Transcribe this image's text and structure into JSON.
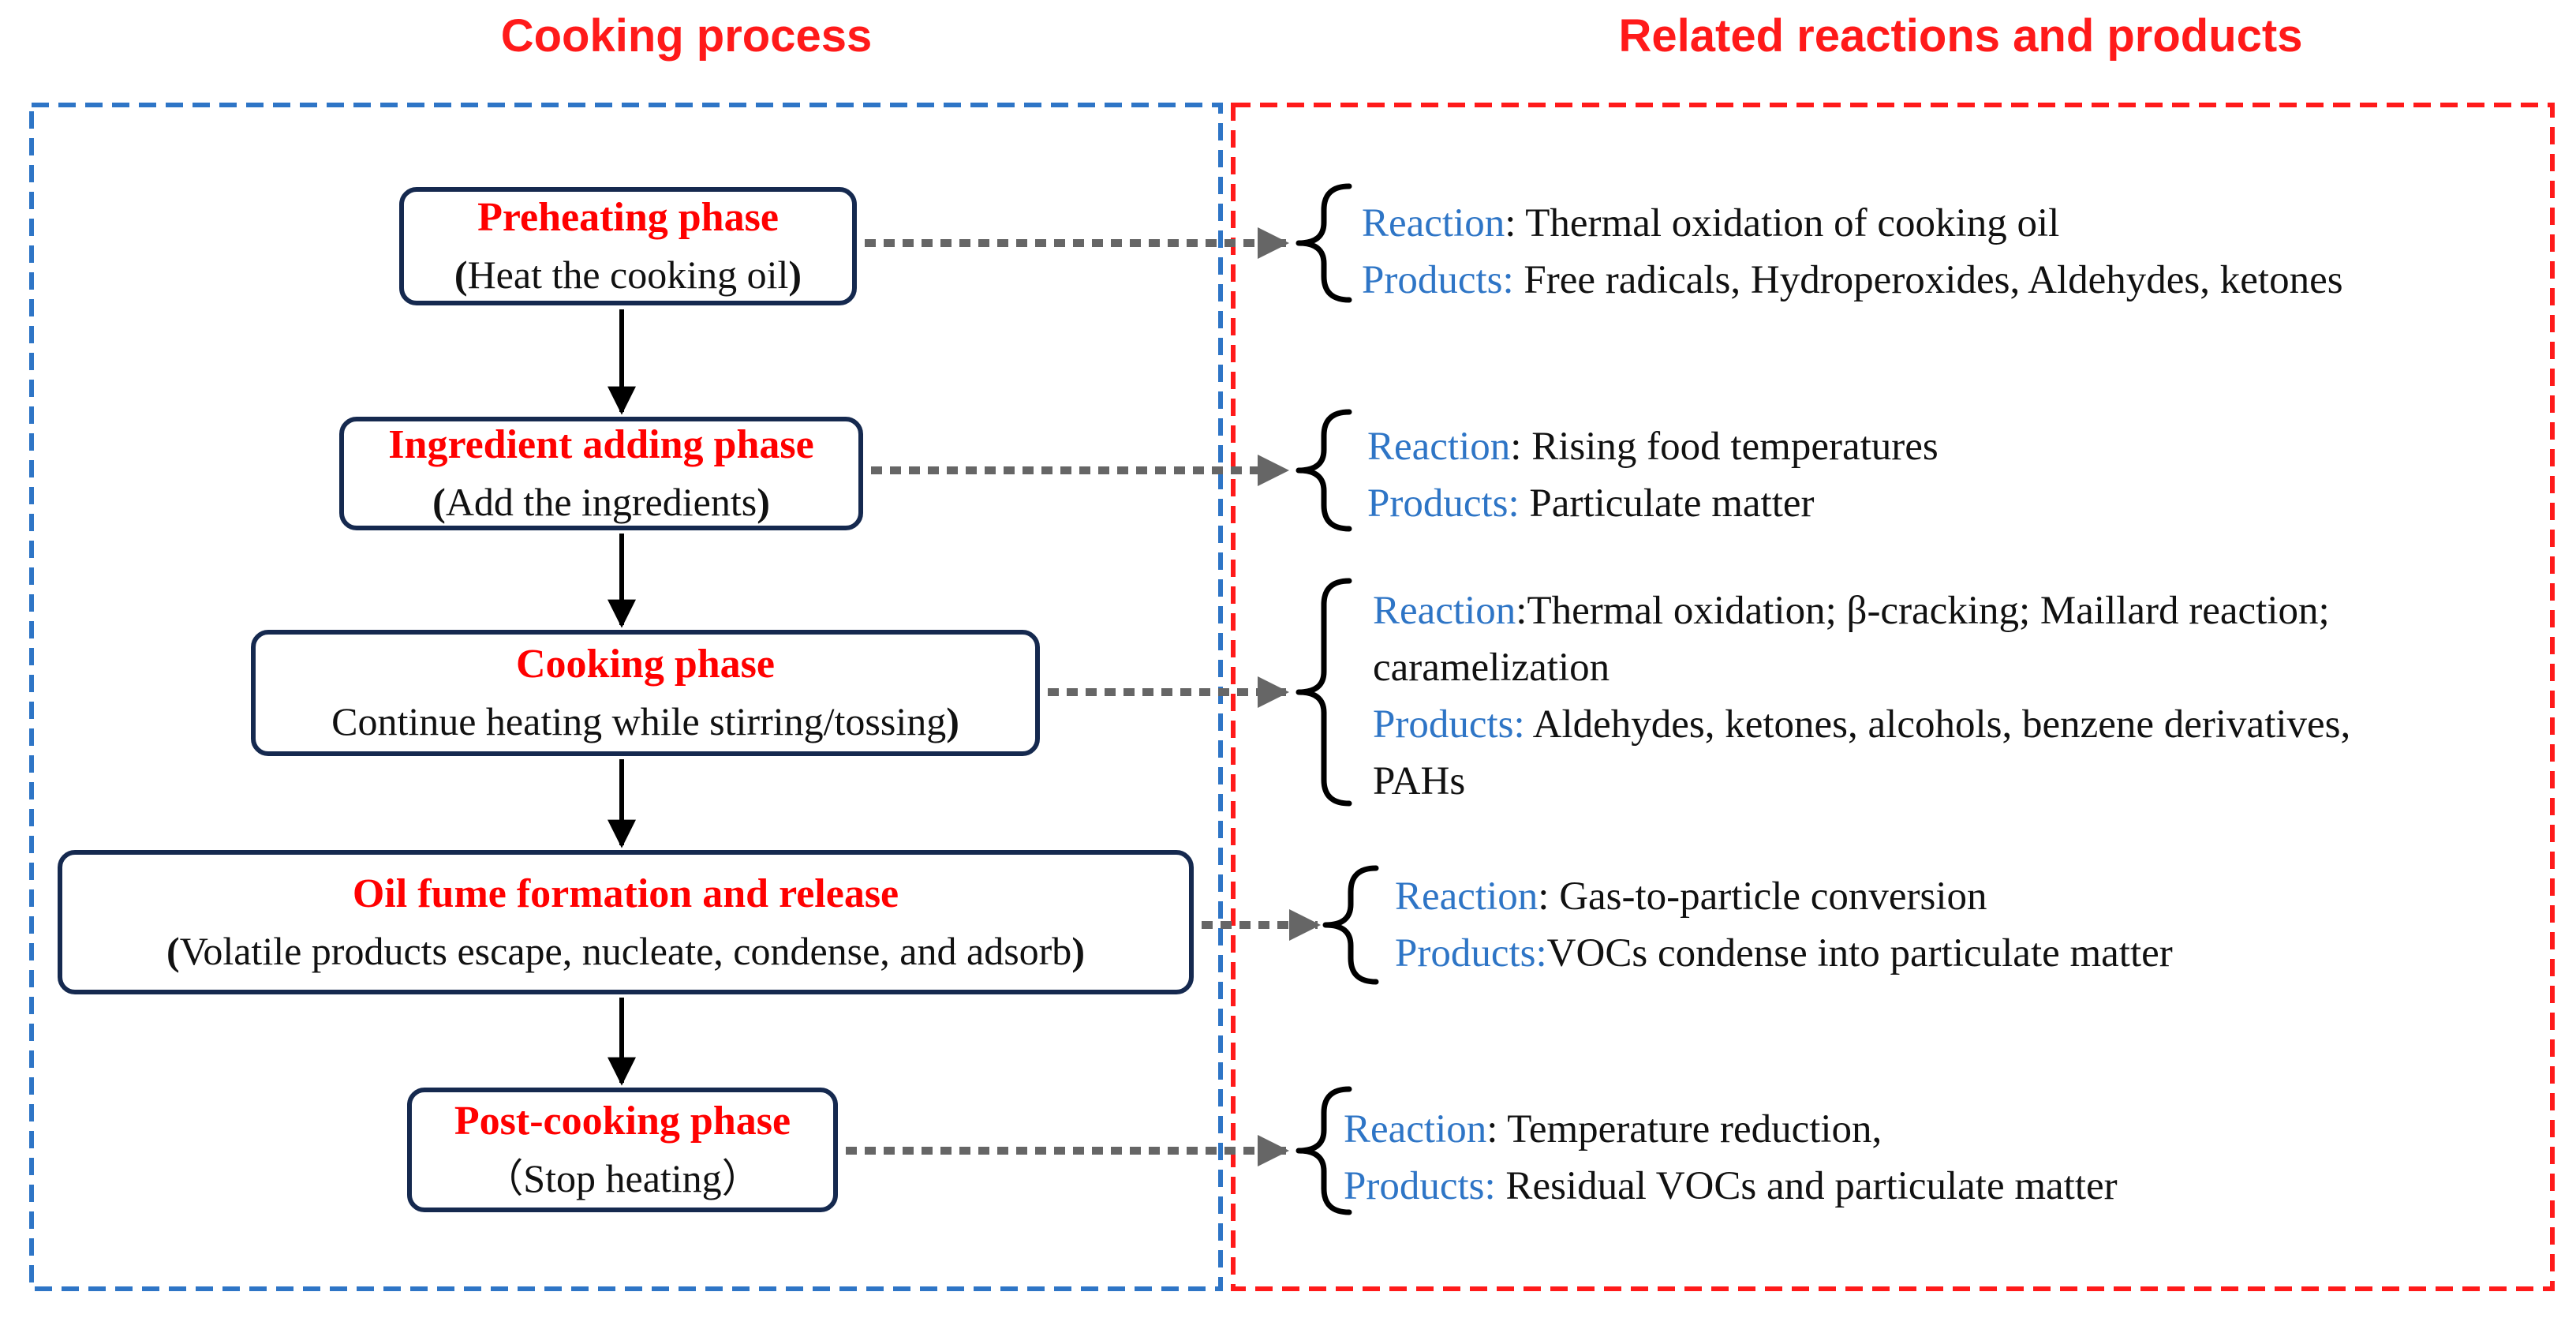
{
  "headings": {
    "left": "Cooking process",
    "right": "Related reactions and products"
  },
  "colors": {
    "heading": "#ff1a1a",
    "phase_title": "#ff0000",
    "box_border": "#15294f",
    "left_panel_border": "#2e75c6",
    "right_panel_border": "#ff1a1a",
    "label_blue": "#2e75c6",
    "connector": "#666666",
    "arrow": "#000000"
  },
  "phases": [
    {
      "title": "Preheating phase",
      "desc_open": "(",
      "desc": "Heat the cooking oil",
      "desc_close": ")"
    },
    {
      "title": "Ingredient adding phase",
      "desc_open": "(",
      "desc": "Add the ingredients",
      "desc_close": ")"
    },
    {
      "title": "Cooking phase",
      "desc_open": "",
      "desc": "Continue heating while stirring/tossing",
      "desc_close": ")"
    },
    {
      "title": "Oil fume formation and release",
      "desc_open": "(",
      "desc": "Volatile products escape, nucleate, condense, and adsorb",
      "desc_close": ")"
    },
    {
      "title": "Post-cooking phase",
      "desc_open": "",
      "desc": "（Stop heating）",
      "desc_close": ""
    }
  ],
  "reactions": [
    {
      "reaction_label": "Reaction",
      "reaction_sep": ": ",
      "reaction_text": "Thermal oxidation of cooking oil",
      "reaction_text_2": "",
      "products_label": "Products:",
      "products_sep": " ",
      "products_text": "Free radicals, Hydroperoxides, Aldehydes, ketones",
      "products_text_2": ""
    },
    {
      "reaction_label": "Reaction",
      "reaction_sep": ": ",
      "reaction_text": "Rising food temperatures",
      "reaction_text_2": "",
      "products_label": "Products:",
      "products_sep": " ",
      "products_text": "Particulate matter",
      "products_text_2": ""
    },
    {
      "reaction_label": "Reaction",
      "reaction_sep": ":",
      "reaction_text": "Thermal oxidation; β-cracking; Maillard reaction;",
      "reaction_text_2": "caramelization",
      "products_label": "Products:",
      "products_sep": " ",
      "products_text": "Aldehydes, ketones, alcohols, benzene derivatives,",
      "products_text_2": "PAHs"
    },
    {
      "reaction_label": "Reaction",
      "reaction_sep": ": ",
      "reaction_text": "Gas-to-particle conversion",
      "reaction_text_2": "",
      "products_label": "Products:",
      "products_sep": "",
      "products_text": "VOCs condense into particulate matter",
      "products_text_2": ""
    },
    {
      "reaction_label": "Reaction",
      "reaction_sep": ": ",
      "reaction_text": "Temperature reduction,",
      "reaction_text_2": "",
      "products_label": "Products:",
      "products_sep": " ",
      "products_text": "Residual VOCs and particulate matter",
      "products_text_2": ""
    }
  ]
}
